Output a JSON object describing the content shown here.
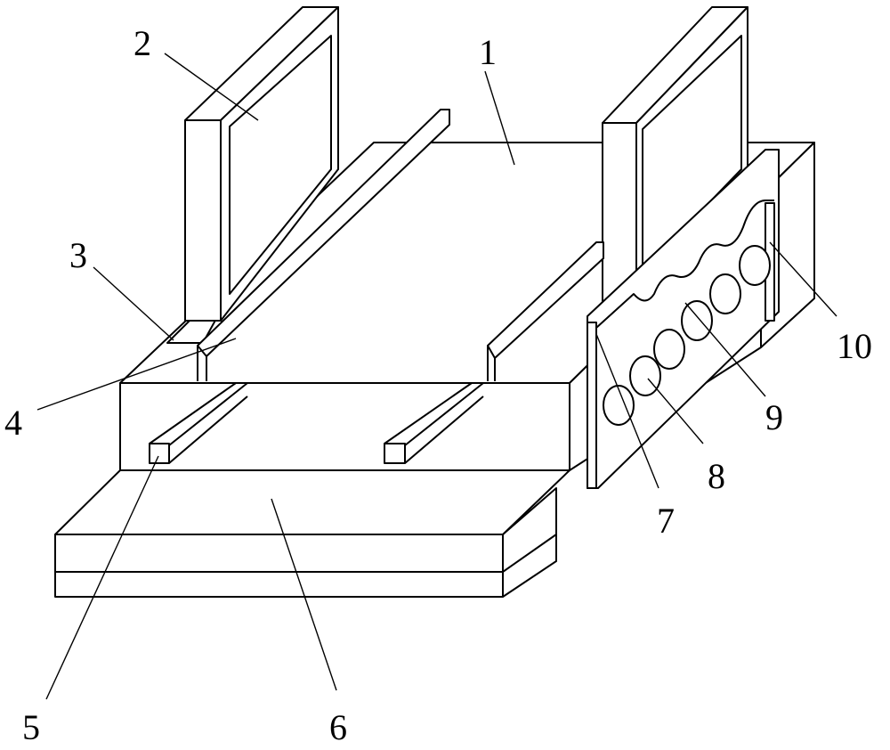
{
  "diagram": {
    "labels": [
      {
        "id": "1",
        "text": "1"
      },
      {
        "id": "2",
        "text": "2"
      },
      {
        "id": "3",
        "text": "3"
      },
      {
        "id": "4",
        "text": "4"
      },
      {
        "id": "5",
        "text": "5"
      },
      {
        "id": "6",
        "text": "6"
      },
      {
        "id": "7",
        "text": "7"
      },
      {
        "id": "8",
        "text": "8"
      },
      {
        "id": "9",
        "text": "9"
      },
      {
        "id": "10",
        "text": "10"
      }
    ],
    "colors": {
      "stroke": "#000000",
      "background": "#ffffff"
    }
  }
}
